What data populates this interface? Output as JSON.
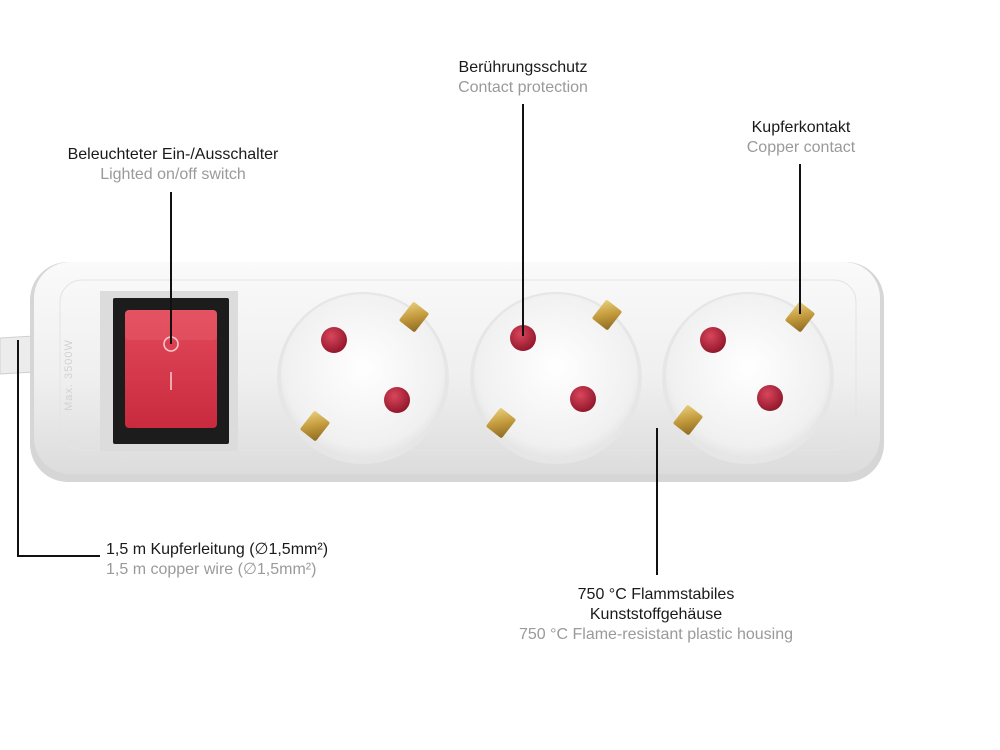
{
  "colors": {
    "housing": "#f2f2f2",
    "switch_rocker": "#d9354a",
    "switch_frame": "#1c1c1c",
    "contact_pin": "#a81e34",
    "copper_contact": "#c8a24a",
    "label_primary": "#1a1a1a",
    "label_secondary": "#9a9a9a"
  },
  "product_imprint": "Max. 3500W",
  "callouts": {
    "switch": {
      "de": "Beleuchteter Ein-/Ausschalter",
      "en": "Lighted on/off switch"
    },
    "protection": {
      "de": "Berührungsschutz",
      "en": "Contact protection"
    },
    "copper": {
      "de": "Kupferkontakt",
      "en": "Copper contact"
    },
    "wire": {
      "de": "1,5 m Kupferleitung (∅1,5mm²)",
      "en": "1,5 m copper wire (∅1,5mm²)"
    },
    "housing": {
      "de_line1": "750 °C Flammstabiles",
      "de_line2": "Kunststoffgehäuse",
      "en": "750 °C Flame-resistant plastic housing"
    }
  }
}
